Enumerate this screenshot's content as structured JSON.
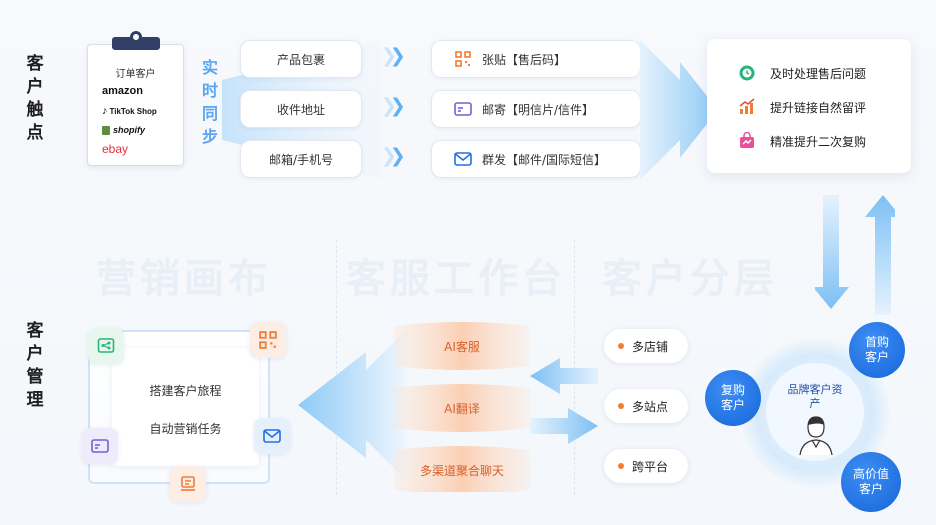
{
  "sections": {
    "touch": "客户触点",
    "manage": "客户管理"
  },
  "clipboard": {
    "title": "订单客户",
    "brands": [
      "amazon",
      "TikTok Shop",
      "shopify",
      "ebay"
    ]
  },
  "sync_label": "实时同步",
  "fields": [
    "产品包裹",
    "收件地址",
    "邮箱/手机号"
  ],
  "methods": [
    {
      "icon": "qr-code-icon",
      "label": "张贴【售后码】"
    },
    {
      "icon": "postcard-icon",
      "label": "邮寄【明信片/信件】"
    },
    {
      "icon": "mail-icon",
      "label": "群发【邮件/国际短信】"
    }
  ],
  "results": [
    {
      "icon": "clock-icon",
      "label": "及时处理售后问题",
      "color": "#29b57a"
    },
    {
      "icon": "chart-up-icon",
      "label": "提升链接自然留评",
      "color": "#f07c36"
    },
    {
      "icon": "bag-icon",
      "label": "精准提升二次复购",
      "color": "#e94f9a"
    }
  ],
  "watermarks": [
    "营销画布",
    "客服工作台",
    "客户分层"
  ],
  "canvas": {
    "line1": "搭建客户旅程",
    "line2": "自动营销任务"
  },
  "ai": [
    "AI客服",
    "AI翻译",
    "多渠道聚合聊天"
  ],
  "channels": [
    "多店铺",
    "多站点",
    "跨平台"
  ],
  "assets": {
    "center": "品牌客户资产",
    "first": "首购客户",
    "repeat": "复购客户",
    "high": "高价值客户"
  },
  "colors": {
    "blue": "#1f6fe8",
    "orange": "#f07c36",
    "green": "#29b57a",
    "pink": "#e94f9a",
    "purple": "#6f63d9"
  }
}
